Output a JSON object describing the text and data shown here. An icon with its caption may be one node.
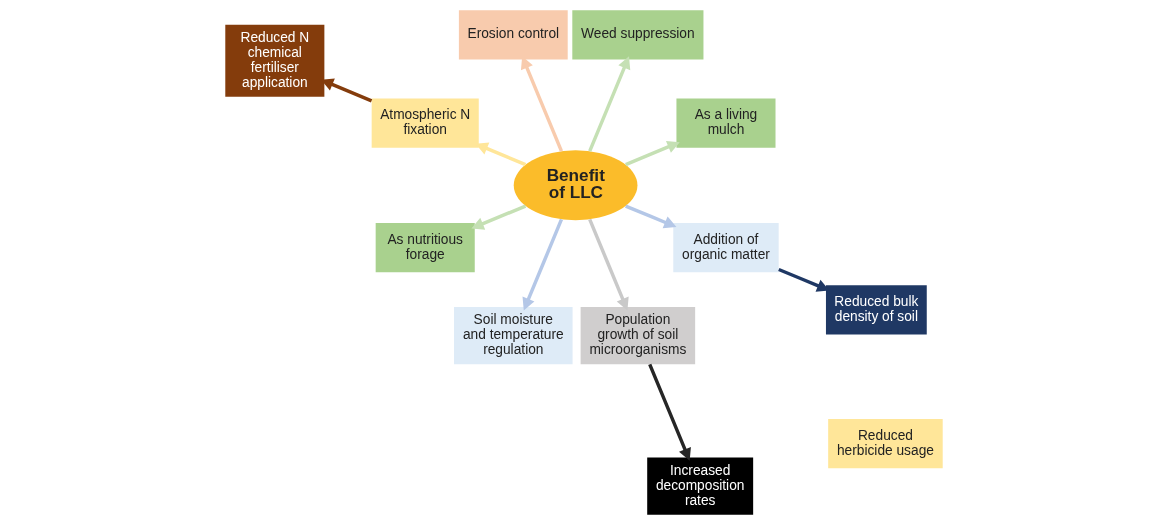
{
  "diagram": {
    "nodes": [
      {
        "text": [
          "Benefit of LLC"
        ]
      },
      {
        "text": [
          "As a living mulch"
        ]
      },
      {
        "text": [
          "Weed suppression"
        ]
      },
      {
        "text": [
          "Reduced herbicide usage"
        ]
      },
      {
        "text": [
          "Erosion control"
        ]
      },
      {
        "text": [
          "Atmospheric N fixation"
        ]
      },
      {
        "text": [
          "Reduced N chemical fertiliser application"
        ]
      },
      {
        "text": [
          "As nutritious forage"
        ]
      },
      {
        "text": [
          "Soil moisture and temperature regulation"
        ]
      },
      {
        "text": [
          "Population growth of soil microorganisms"
        ]
      },
      {
        "text": [
          "Increased decomposition rates"
        ]
      },
      {
        "text": [
          "Addition of organic matter"
        ]
      },
      {
        "text": [
          "Reduced bulk density of soil"
        ]
      }
    ],
    "edges": [
      {
        "from": 0,
        "to": 1,
        "arrow": "to",
        "color": "#c5e0b4"
      },
      {
        "from": 0,
        "to": 2,
        "arrow": "to",
        "color": "#c5e0b4"
      },
      {
        "from": 0,
        "to": 4,
        "arrow": "to",
        "color": "#f8cbad"
      },
      {
        "from": 0,
        "to": 5,
        "arrow": "to",
        "color": "#ffe699"
      },
      {
        "from": 5,
        "to": 6,
        "arrow": "to",
        "color": "#843c0c"
      },
      {
        "from": 0,
        "to": 7,
        "arrow": "to",
        "color": "#c5e0b4"
      },
      {
        "from": 0,
        "to": 8,
        "arrow": "to",
        "color": "#b4c7e7"
      },
      {
        "from": 0,
        "to": 11,
        "arrow": "to",
        "color": "#b4c7e7"
      },
      {
        "from": 0,
        "to": 9,
        "arrow": "to",
        "color": "#c9c9c9"
      },
      {
        "from": 9,
        "to": 10,
        "arrow": "to",
        "color": "#262626"
      },
      {
        "from": 11,
        "to": 12,
        "arrow": "to",
        "color": "#1f3864"
      }
    ]
  }
}
